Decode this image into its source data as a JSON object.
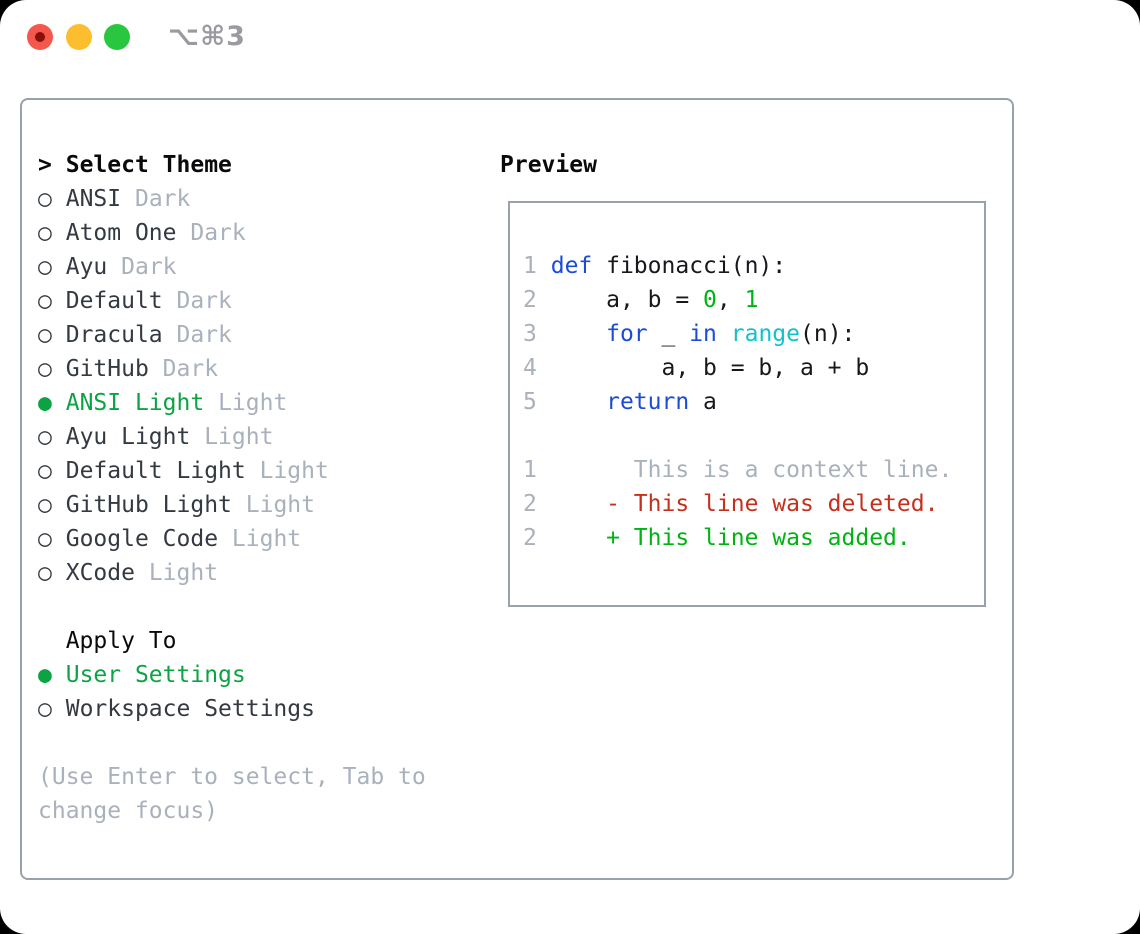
{
  "window": {
    "shortcut_label": "⌥⌘3",
    "traffic_lights": [
      "close",
      "minimize",
      "zoom"
    ]
  },
  "glyphs": {
    "prompt": ">",
    "radio_selected": "●",
    "radio_unselected": "○"
  },
  "colors": {
    "accent_green": "#0ca344",
    "added_green": "#00b312",
    "keyword_blue": "#1a4cd9",
    "function_cyan": "#10c2cc",
    "deleted_red": "#c5301d",
    "muted_gray": "#a9b1bc",
    "border_gray": "#99a1ac",
    "text_dark": "#343a42"
  },
  "theme_panel": {
    "header_prefix": ">",
    "header": "Select Theme",
    "themes": [
      {
        "name": "ANSI",
        "variant": "Dark",
        "selected": false
      },
      {
        "name": "Atom One",
        "variant": "Dark",
        "selected": false
      },
      {
        "name": "Ayu",
        "variant": "Dark",
        "selected": false
      },
      {
        "name": "Default",
        "variant": "Dark",
        "selected": false
      },
      {
        "name": "Dracula",
        "variant": "Dark",
        "selected": false
      },
      {
        "name": "GitHub",
        "variant": "Dark",
        "selected": false
      },
      {
        "name": "ANSI Light",
        "variant": "Light",
        "selected": true
      },
      {
        "name": "Ayu Light",
        "variant": "Light",
        "selected": false
      },
      {
        "name": "Default Light",
        "variant": "Light",
        "selected": false
      },
      {
        "name": "GitHub Light",
        "variant": "Light",
        "selected": false
      },
      {
        "name": "Google Code",
        "variant": "Light",
        "selected": false
      },
      {
        "name": "XCode",
        "variant": "Light",
        "selected": false
      }
    ],
    "apply_to": {
      "header": "Apply To",
      "options": [
        {
          "label": "User Settings",
          "selected": true
        },
        {
          "label": "Workspace Settings",
          "selected": false
        }
      ]
    },
    "help_lines": [
      "(Use Enter to select, Tab to",
      "change focus)"
    ]
  },
  "preview": {
    "header": "Preview",
    "lines": [
      {
        "num": "1",
        "tokens": [
          [
            "kw",
            "def"
          ],
          [
            "plain",
            " fibonacci(n):"
          ]
        ]
      },
      {
        "num": "2",
        "tokens": [
          [
            "plain",
            "    a, b = "
          ],
          [
            "num",
            "0"
          ],
          [
            "plain",
            ", "
          ],
          [
            "num",
            "1"
          ]
        ]
      },
      {
        "num": "3",
        "tokens": [
          [
            "plain",
            "    "
          ],
          [
            "kw",
            "for"
          ],
          [
            "plain",
            " _ "
          ],
          [
            "kw",
            "in"
          ],
          [
            "plain",
            " "
          ],
          [
            "fn",
            "range"
          ],
          [
            "plain",
            "(n):"
          ]
        ]
      },
      {
        "num": "4",
        "tokens": [
          [
            "plain",
            "        a, b = b, a + b"
          ]
        ]
      },
      {
        "num": "5",
        "tokens": [
          [
            "plain",
            "    "
          ],
          [
            "kw",
            "return"
          ],
          [
            "plain",
            " a"
          ]
        ]
      },
      {
        "num": "",
        "tokens": []
      },
      {
        "num": "1",
        "tokens": [
          [
            "ctx",
            "      This is a context line."
          ]
        ]
      },
      {
        "num": "2",
        "tokens": [
          [
            "del",
            "    - This line was deleted."
          ]
        ]
      },
      {
        "num": "2",
        "tokens": [
          [
            "add",
            "    + This line was added."
          ]
        ]
      }
    ]
  }
}
